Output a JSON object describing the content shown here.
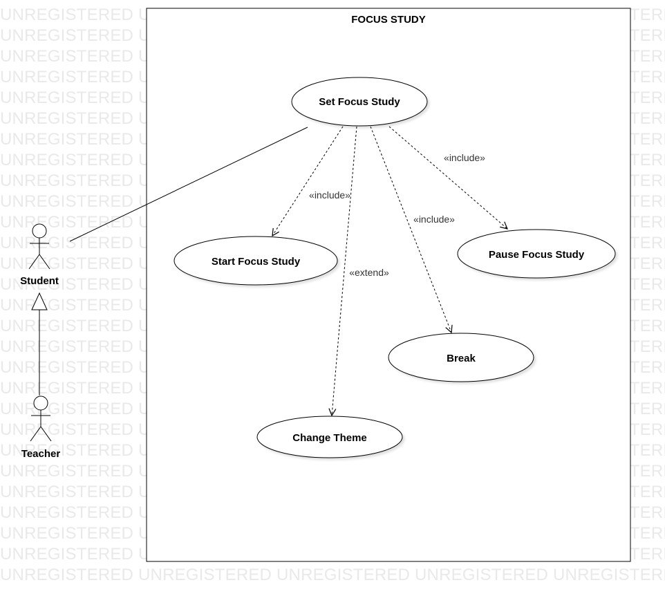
{
  "watermark": {
    "text": "UNREGISTERED",
    "color": "#e9e9e9"
  },
  "diagram": {
    "system_boundary": {
      "title": "FOCUS STUDY"
    },
    "actors": [
      {
        "id": "student",
        "label": "Student"
      },
      {
        "id": "teacher",
        "label": "Teacher"
      }
    ],
    "use_cases": [
      {
        "id": "set",
        "label": "Set Focus Study"
      },
      {
        "id": "start",
        "label": "Start Focus Study"
      },
      {
        "id": "pause",
        "label": "Pause Focus Study"
      },
      {
        "id": "break",
        "label": "Break"
      },
      {
        "id": "theme",
        "label": "Change Theme"
      }
    ],
    "relationships": [
      {
        "id": "assoc-student-set",
        "type": "association"
      },
      {
        "id": "gen-teacher-student",
        "type": "generalization"
      },
      {
        "id": "set-start",
        "type": "include",
        "label": "«include»"
      },
      {
        "id": "set-theme",
        "type": "extend",
        "label": "«extend»"
      },
      {
        "id": "set-break",
        "type": "include",
        "label": "«include»"
      },
      {
        "id": "set-pause",
        "type": "include",
        "label": "«include»"
      }
    ]
  }
}
